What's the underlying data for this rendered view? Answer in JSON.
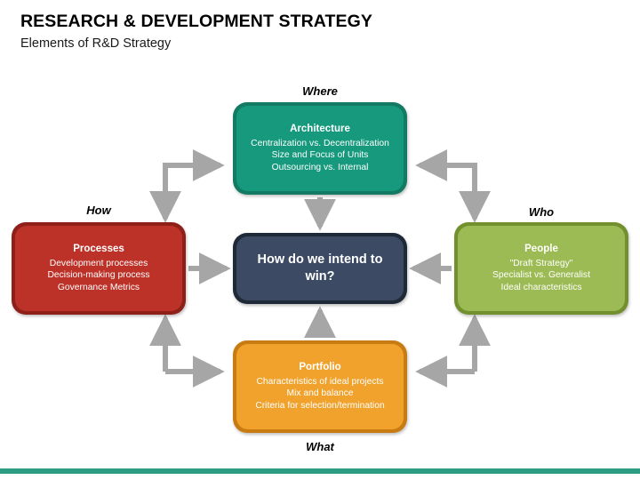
{
  "header": {
    "title": "RESEARCH & DEVELOPMENT STRATEGY",
    "subtitle": "Elements of R&D Strategy"
  },
  "diagram": {
    "center": {
      "text": "How do we intend to win?",
      "color": "#3c4b63",
      "border_color": "#1f2a38"
    },
    "nodes": [
      {
        "key": "architecture",
        "question": "Where",
        "title": "Architecture",
        "lines": [
          "Centralization vs. Decentralization",
          "Size and Focus of Units",
          "Outsourcing vs. Internal"
        ],
        "color": "#16997c",
        "border_color": "#137a63"
      },
      {
        "key": "processes",
        "question": "How",
        "title": "Processes",
        "lines": [
          "Development processes",
          "Decision-making process",
          "Governance Metrics"
        ],
        "color": "#bd3228",
        "border_color": "#8f2019"
      },
      {
        "key": "people",
        "question": "Who",
        "title": "People",
        "lines": [
          "\"Draft Strategy\"",
          "Specialist vs. Generalist",
          "Ideal characteristics"
        ],
        "color": "#9cbb54",
        "border_color": "#73902f"
      },
      {
        "key": "portfolio",
        "question": "What",
        "title": "Portfolio",
        "lines": [
          "Characteristics of ideal projects",
          "Mix and balance",
          "Criteria for selection/termination"
        ],
        "color": "#f0a22d",
        "border_color": "#c77b10"
      }
    ],
    "arrow_color": "#a6a6a6"
  },
  "footer": {
    "bar_color": "#2a9d82"
  }
}
